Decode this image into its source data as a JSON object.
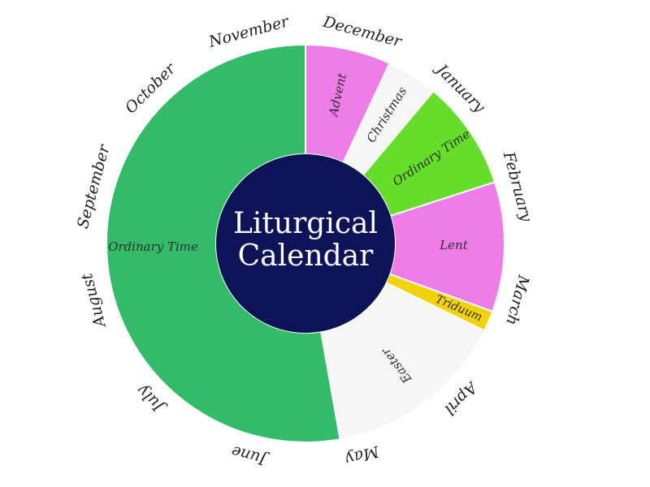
{
  "chart_data": {
    "type": "pie",
    "title": "Liturgical Calendar",
    "segments": [
      {
        "label": "Advent",
        "start_deg": 0,
        "end_deg": 25,
        "color": "#ee7de8"
      },
      {
        "label": "Christmas",
        "start_deg": 25,
        "end_deg": 40,
        "color": "#f6f6f6"
      },
      {
        "label": "Ordinary Time",
        "start_deg": 40,
        "end_deg": 72,
        "color": "#66dd2a"
      },
      {
        "label": "Lent",
        "start_deg": 72,
        "end_deg": 110,
        "color": "#ee7de8"
      },
      {
        "label": "Triduum",
        "start_deg": 110,
        "end_deg": 116,
        "color": "#f2d20a"
      },
      {
        "label": "Easter",
        "start_deg": 116,
        "end_deg": 170,
        "color": "#f6f6f6"
      },
      {
        "label": "Ordinary Time",
        "start_deg": 170,
        "end_deg": 360,
        "color": "#33bb6a"
      }
    ],
    "months": [
      "December",
      "January",
      "February",
      "March",
      "April",
      "May",
      "June",
      "July",
      "August",
      "September",
      "October",
      "November"
    ],
    "center_color": "#0c1457"
  },
  "title_lines": [
    "Liturgical",
    "Calendar"
  ]
}
